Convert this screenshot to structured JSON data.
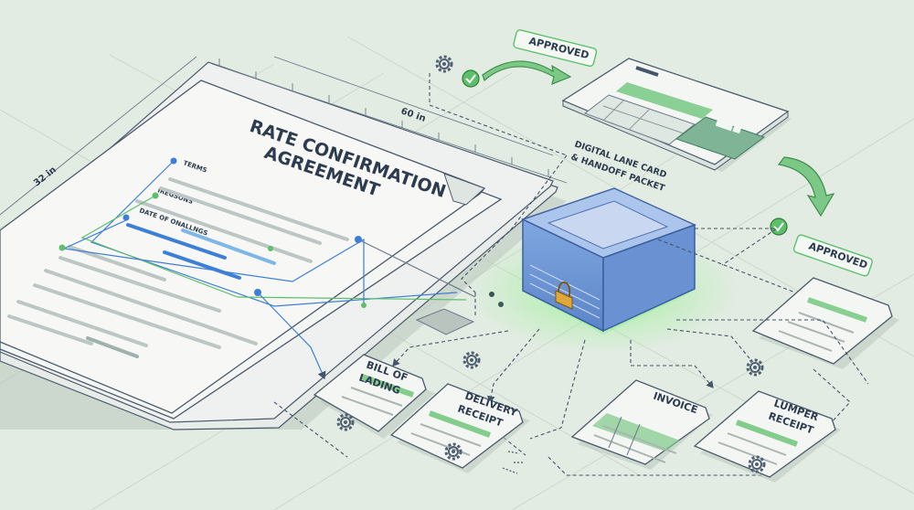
{
  "agreement": {
    "title_line1": "RATE CONFIRMATION",
    "title_line2": "AGREEMENT",
    "field_terms": "TERMS",
    "field_reasons": "IREGSONS",
    "field_date": "DATE OF ONALLNGS"
  },
  "dimensions": {
    "width": "60 in",
    "height": "32 in"
  },
  "badges": {
    "approved_top": "APPROVED",
    "approved_right": "APPROVED"
  },
  "lane_card": {
    "label_line1": "DIGITAL LANE CARD",
    "label_line2": "& HANDOFF PACKET"
  },
  "documents": {
    "bill_of_lading": [
      "BILL OF",
      "LADING"
    ],
    "delivery_receipt": [
      "DELIVERY",
      "RECEIPT"
    ],
    "invoice": [
      "INVOICE"
    ],
    "lumper_receipt": [
      "LUMPER",
      "RECEIPT"
    ]
  },
  "icons": [
    "gear-icon",
    "check-icon",
    "lock-icon",
    "truck-icon",
    "arrow-icon"
  ],
  "colors": {
    "background": "#e3ece3",
    "accent_green": "#5cbf6a",
    "accent_blue": "#3d7fd6",
    "ink": "#2c3b4e"
  }
}
